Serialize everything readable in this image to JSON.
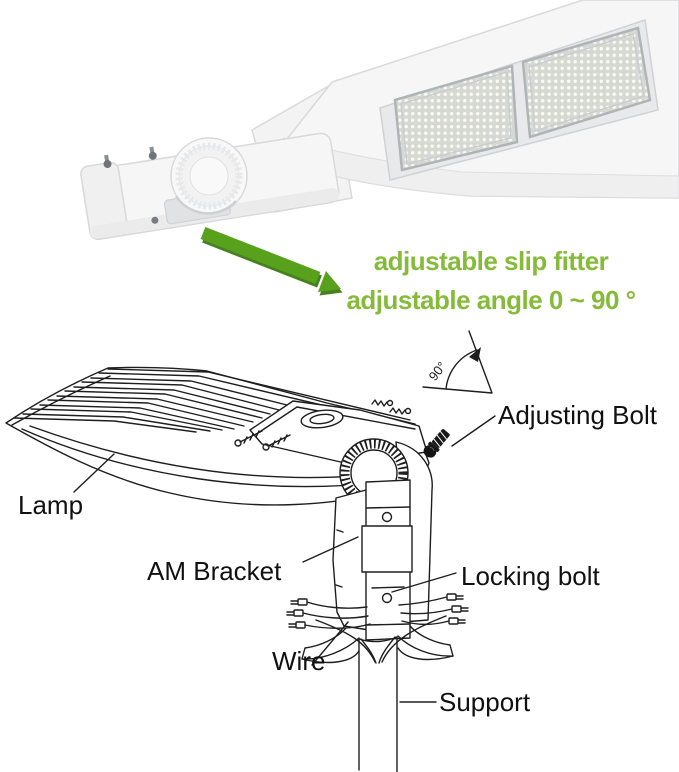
{
  "colors": {
    "caption_green": "#86bb3a",
    "arrow_green": "#57a11d",
    "arrow_green_shadow": "#3f7a15",
    "line_art": "#1e1e1e",
    "label_text": "#111111"
  },
  "captions": {
    "line1": "adjustable slip fitter",
    "line2": "adjustable angle 0 ~ 90 °"
  },
  "diagram": {
    "angle_annotation": "90°",
    "labels": {
      "adjusting_bolt": "Adjusting Bolt",
      "lamp": "Lamp",
      "am_bracket": "AM Bracket",
      "locking_bolt": "Locking bolt",
      "wire": "Wire",
      "support": "Support"
    }
  }
}
